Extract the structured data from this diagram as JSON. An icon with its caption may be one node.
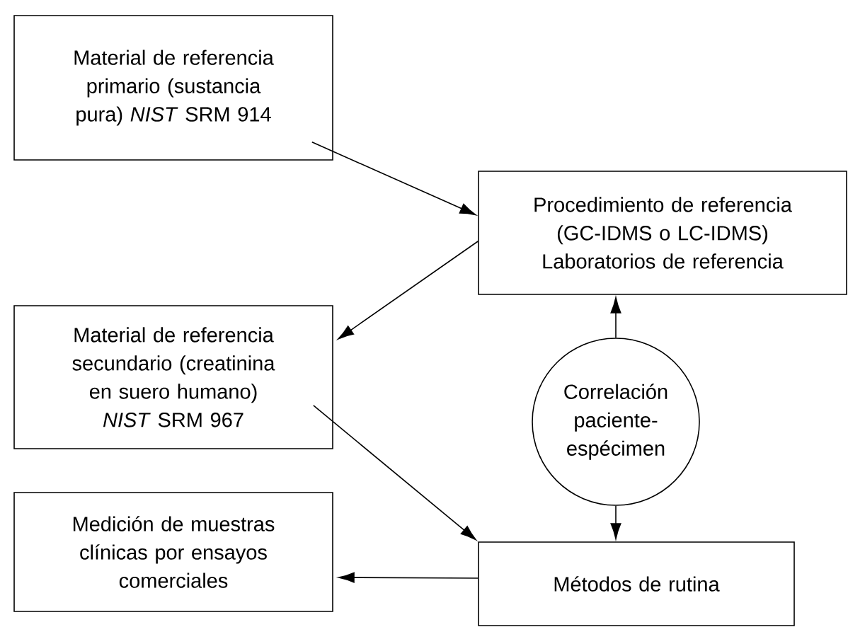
{
  "diagram": {
    "nodes": [
      {
        "text": [
          "Material de referencia primario (sustancia pura) *NIST* SRM 914"
        ]
      },
      {
        "text": [
          "Procedimiento de referencia (GC-IDMS o LC-IDMS) Laboratorios de referencia"
        ]
      },
      {
        "text": [
          "Material de referencia secundario (creatinina en suero humano) *NIST* SRM 967"
        ]
      },
      {
        "text": [
          "Correlación paciente-espécimen"
        ]
      },
      {
        "text": [
          "Medición de muestras clínicas por ensayos comerciales"
        ]
      },
      {
        "text": [
          "Métodos de rutina"
        ]
      }
    ],
    "edges": [
      {
        "from": 0,
        "to": 1,
        "arrow": "to"
      },
      {
        "from": 1,
        "to": 2,
        "arrow": "to"
      },
      {
        "from": 2,
        "to": 5,
        "arrow": "to"
      },
      {
        "from": 3,
        "to": 1,
        "arrow": "to"
      },
      {
        "from": 3,
        "to": 5,
        "arrow": "to"
      },
      {
        "from": 5,
        "to": 4,
        "arrow": "to"
      }
    ]
  }
}
